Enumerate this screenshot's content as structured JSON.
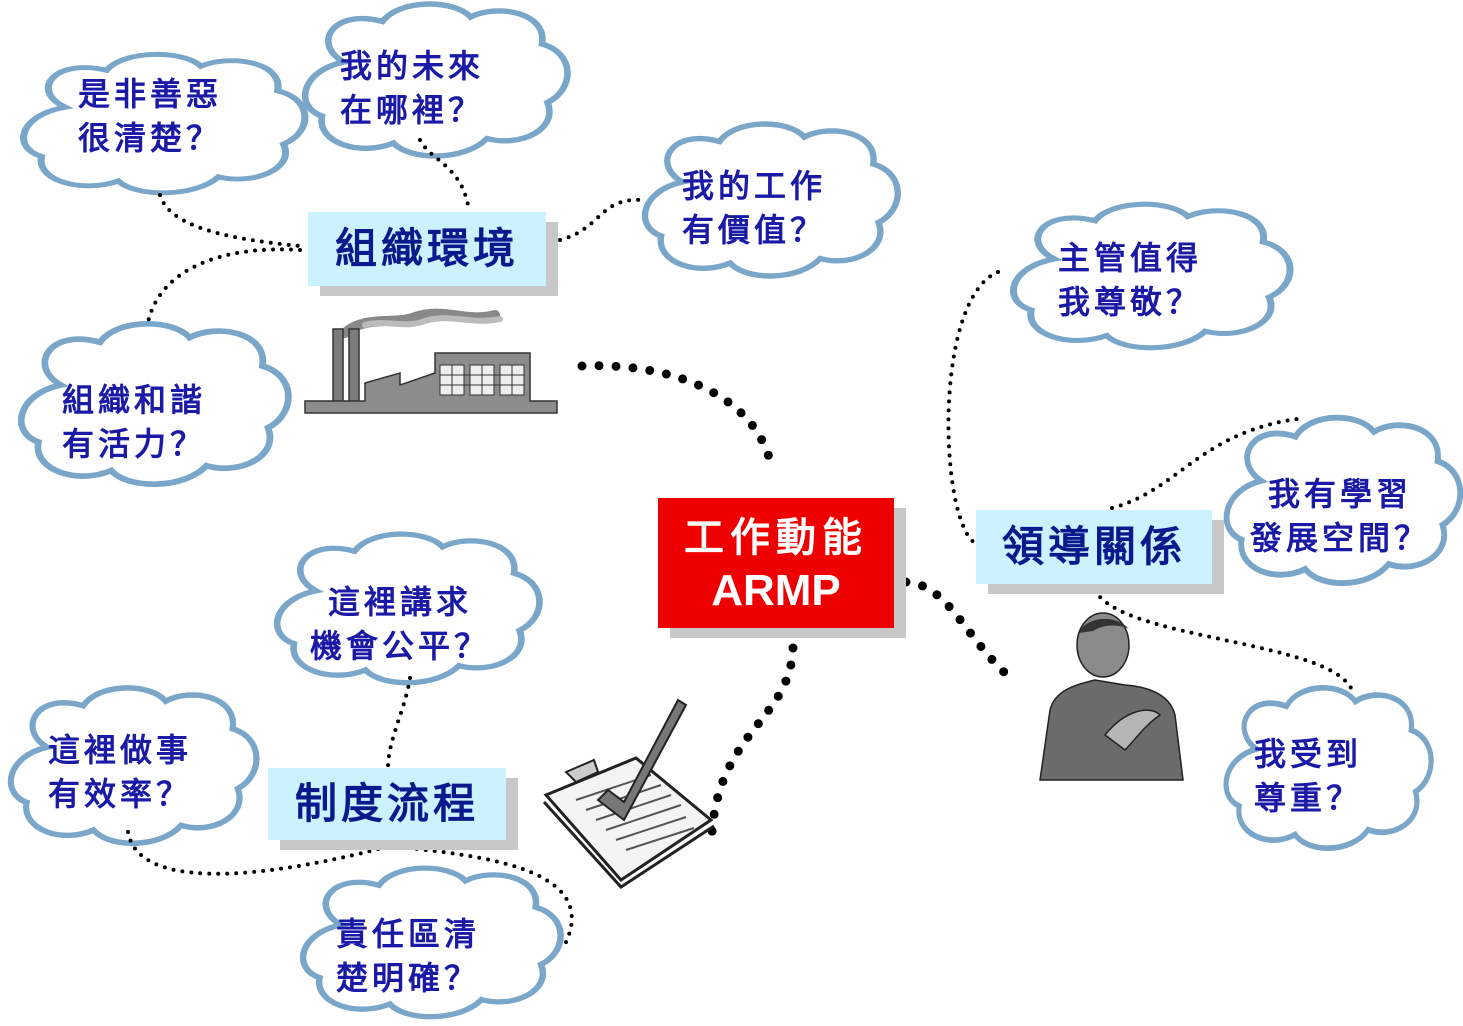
{
  "center": {
    "line1": "工作動能",
    "line2": "ARMP"
  },
  "categories": {
    "environment": "組織環境",
    "leadership": "領導關係",
    "process": "制度流程"
  },
  "clouds": {
    "c1": {
      "line1": "是非善惡",
      "line2": "很清楚？"
    },
    "c2": {
      "line1": "我的未來",
      "line2": "在哪裡？"
    },
    "c3": {
      "line1": "我的工作",
      "line2": "有價值？"
    },
    "c4": {
      "line1": "組織和諧",
      "line2": "有活力？"
    },
    "c5": {
      "line1": "主管值得",
      "line2": "我尊敬？"
    },
    "c6": {
      "line1": "我有學習",
      "line2": "發展空間？"
    },
    "c7": {
      "line1": "我受到",
      "line2": "尊重？"
    },
    "c8": {
      "line1": "這裡講求",
      "line2": "機會公平？"
    },
    "c9": {
      "line1": "這裡做事",
      "line2": "有效率？"
    },
    "c10": {
      "line1": "責任區清",
      "line2": "楚明確？"
    }
  },
  "colors": {
    "cloud_border": "#7aa6c9",
    "text": "#1a1aa6",
    "center": "#ee0000",
    "label_bg": "#ccf2ff"
  },
  "icons": [
    "factory-icon",
    "man-thinking-icon",
    "clipboard-check-icon"
  ]
}
